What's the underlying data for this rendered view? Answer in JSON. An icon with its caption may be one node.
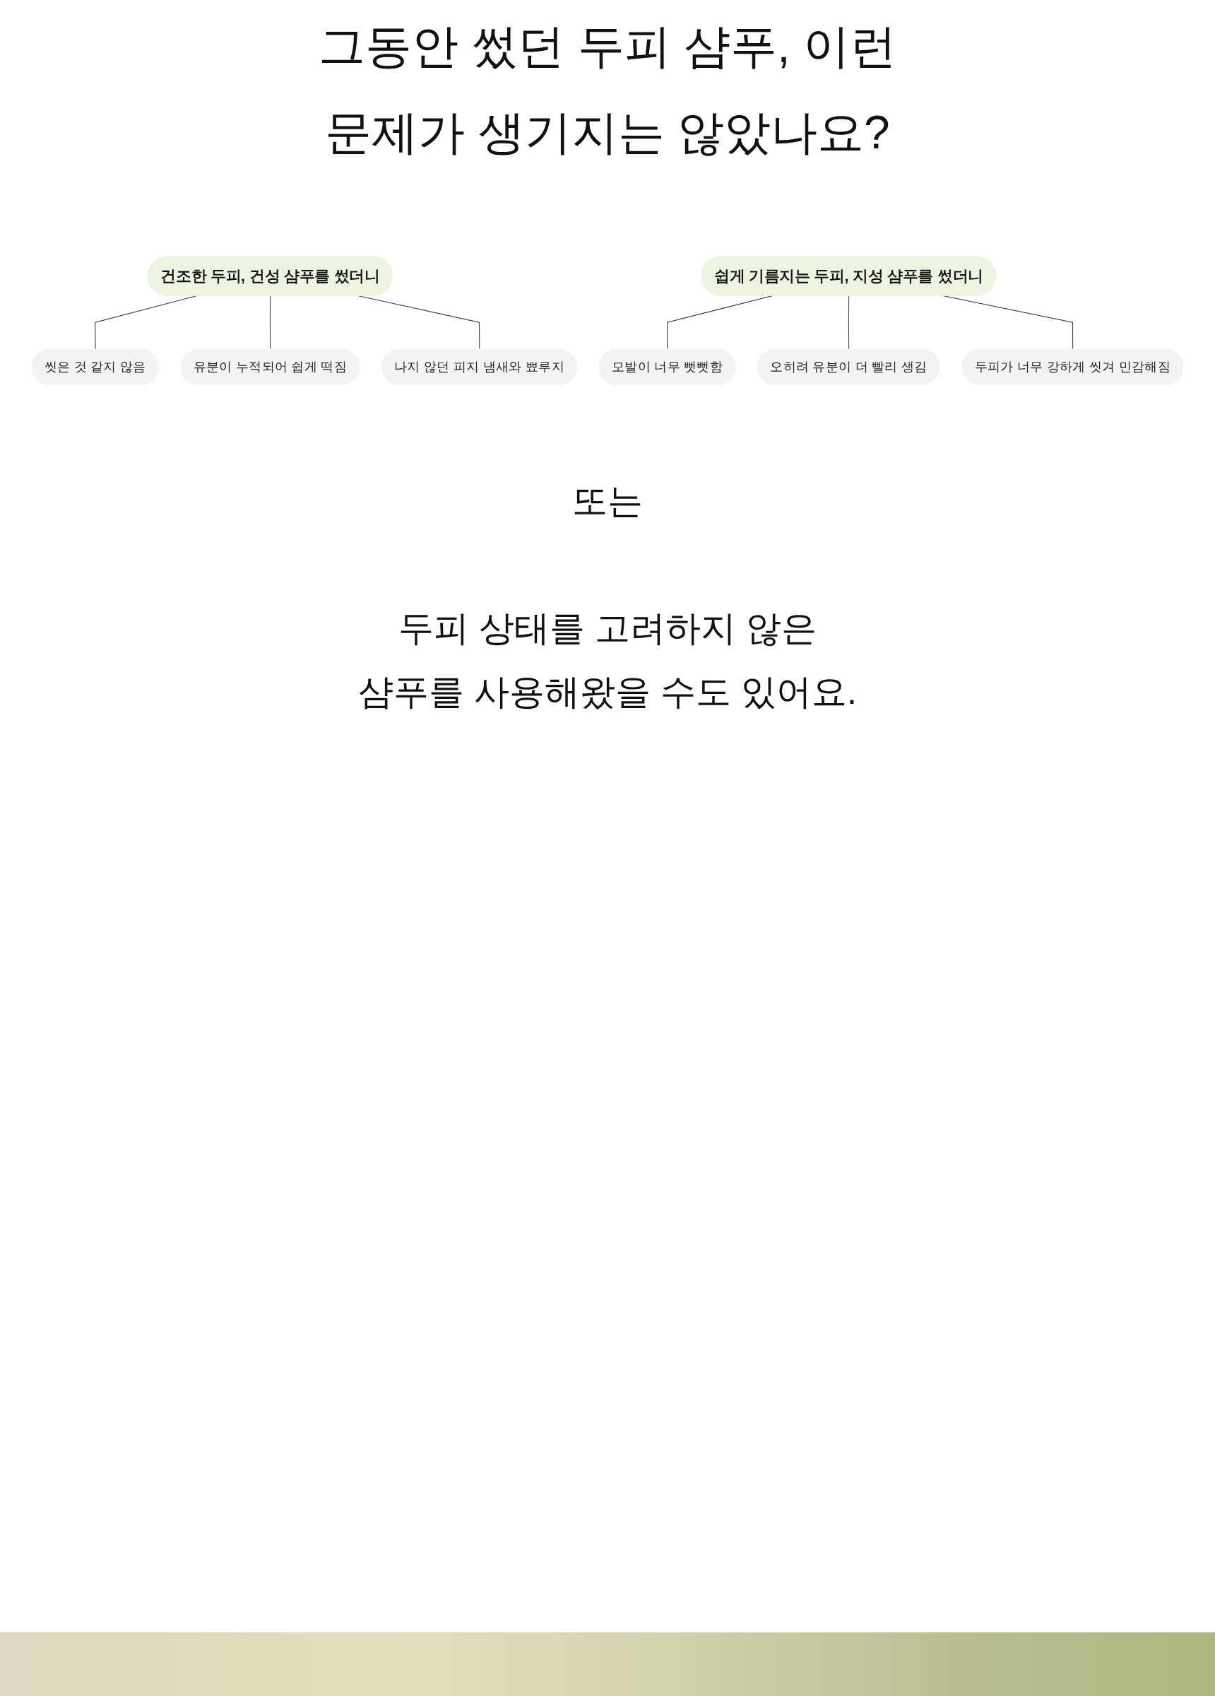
{
  "diagram": {
    "title": "그동안 썼던 두피 샴푸, 이런 문제가 생기지는 않았나요?",
    "nodes": [
      {
        "text": [
          "건조한 두피, 건성 샴푸를 썼더니"
        ]
      },
      {
        "text": [
          "씻은 것 같지 않음"
        ]
      },
      {
        "text": [
          "유분이 누적되어 쉽게 떡짐"
        ]
      },
      {
        "text": [
          "나지 않던 피지 냄새와 뾰루지"
        ]
      },
      {
        "text": [
          "쉽게 기름지는 두피, 지성 샴푸를 썼더니"
        ]
      },
      {
        "text": [
          "모발이 너무 뻣뻣함"
        ]
      },
      {
        "text": [
          "오히려 유분이 더 빨리 생김"
        ]
      },
      {
        "text": [
          "두피가 너무 강하게 씻겨 민감해짐"
        ]
      }
    ],
    "edges": [
      {
        "from": 0,
        "to": 1,
        "arrow": "none"
      },
      {
        "from": 0,
        "to": 2,
        "arrow": "none"
      },
      {
        "from": 0,
        "to": 3,
        "arrow": "none"
      },
      {
        "from": 4,
        "to": 5,
        "arrow": "none"
      },
      {
        "from": 4,
        "to": 6,
        "arrow": "none"
      },
      {
        "from": 4,
        "to": 7,
        "arrow": "none"
      }
    ],
    "labels": [
      "또는",
      "두피 상태를 고려하지 않은 샴푸를 사용해왔을 수도 있어요."
    ]
  }
}
